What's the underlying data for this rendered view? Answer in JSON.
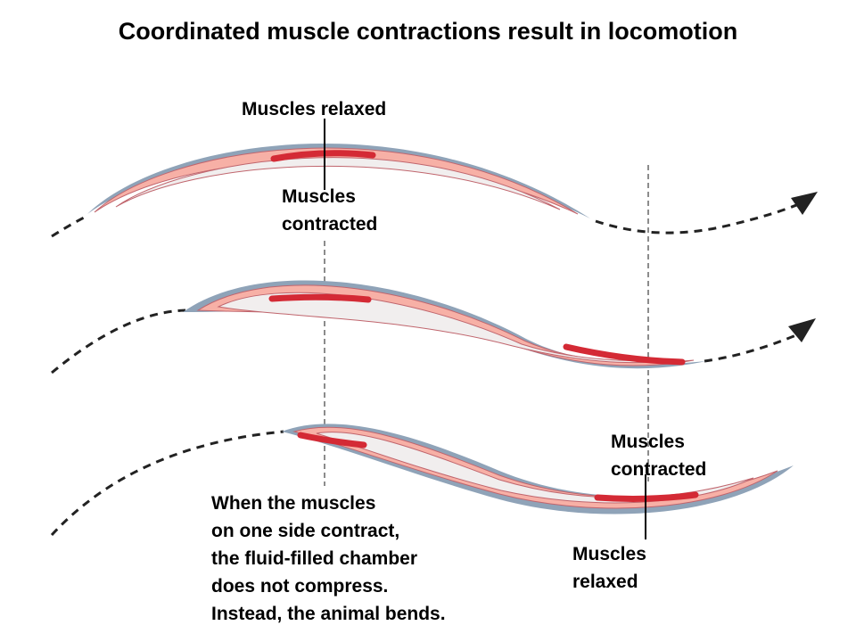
{
  "title": "Coordinated muscle contractions result in locomotion",
  "labels": {
    "top_relaxed": "Muscles relaxed",
    "top_contracted": [
      "Muscles",
      "contracted"
    ],
    "bottom_contracted": [
      "Muscles",
      "contracted"
    ],
    "bottom_relaxed": [
      "Muscles",
      "relaxed"
    ]
  },
  "caption": [
    "When the muscles",
    "on one side contract,",
    "the fluid-filled chamber",
    "does not compress.",
    "Instead, the animal bends."
  ],
  "colors": {
    "skin": "#8fa3b8",
    "body": "#f7b0a6",
    "cavity": "#f1eeee",
    "contracted_muscle": "#d42a35",
    "outline": "#c0656d"
  }
}
